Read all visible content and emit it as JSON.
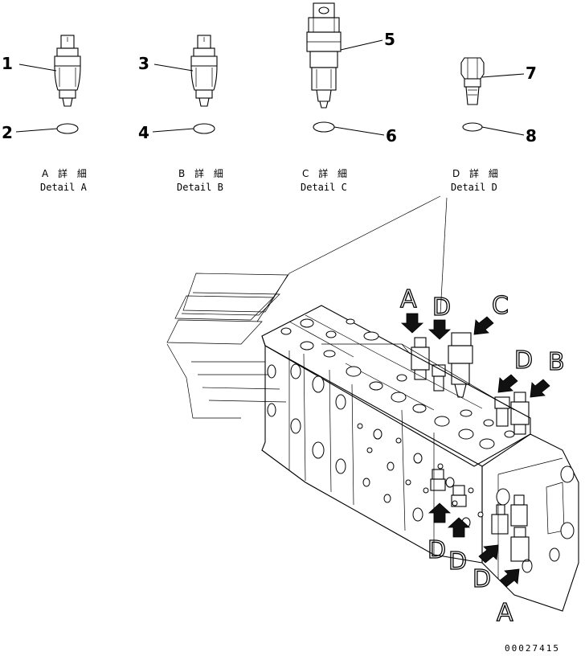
{
  "callouts": [
    {
      "id": "1",
      "label": "1"
    },
    {
      "id": "2",
      "label": "2"
    },
    {
      "id": "3",
      "label": "3"
    },
    {
      "id": "4",
      "label": "4"
    },
    {
      "id": "5",
      "label": "5"
    },
    {
      "id": "6",
      "label": "6"
    },
    {
      "id": "7",
      "label": "7"
    },
    {
      "id": "8",
      "label": "8"
    }
  ],
  "details": [
    {
      "jp": "A 詳 細",
      "en": "Detail A"
    },
    {
      "jp": "B 詳 細",
      "en": "Detail B"
    },
    {
      "jp": "C 詳 細",
      "en": "Detail C"
    },
    {
      "jp": "D 詳 細",
      "en": "Detail D"
    }
  ],
  "view_letters": {
    "top_a": "A",
    "top_d": "D",
    "top_c": "C",
    "right_d": "D",
    "right_b": "B",
    "bottom_d1": "D",
    "bottom_d2": "D",
    "bottom_d3": "D",
    "bottom_a": "A"
  },
  "drawing_code": "00027415"
}
